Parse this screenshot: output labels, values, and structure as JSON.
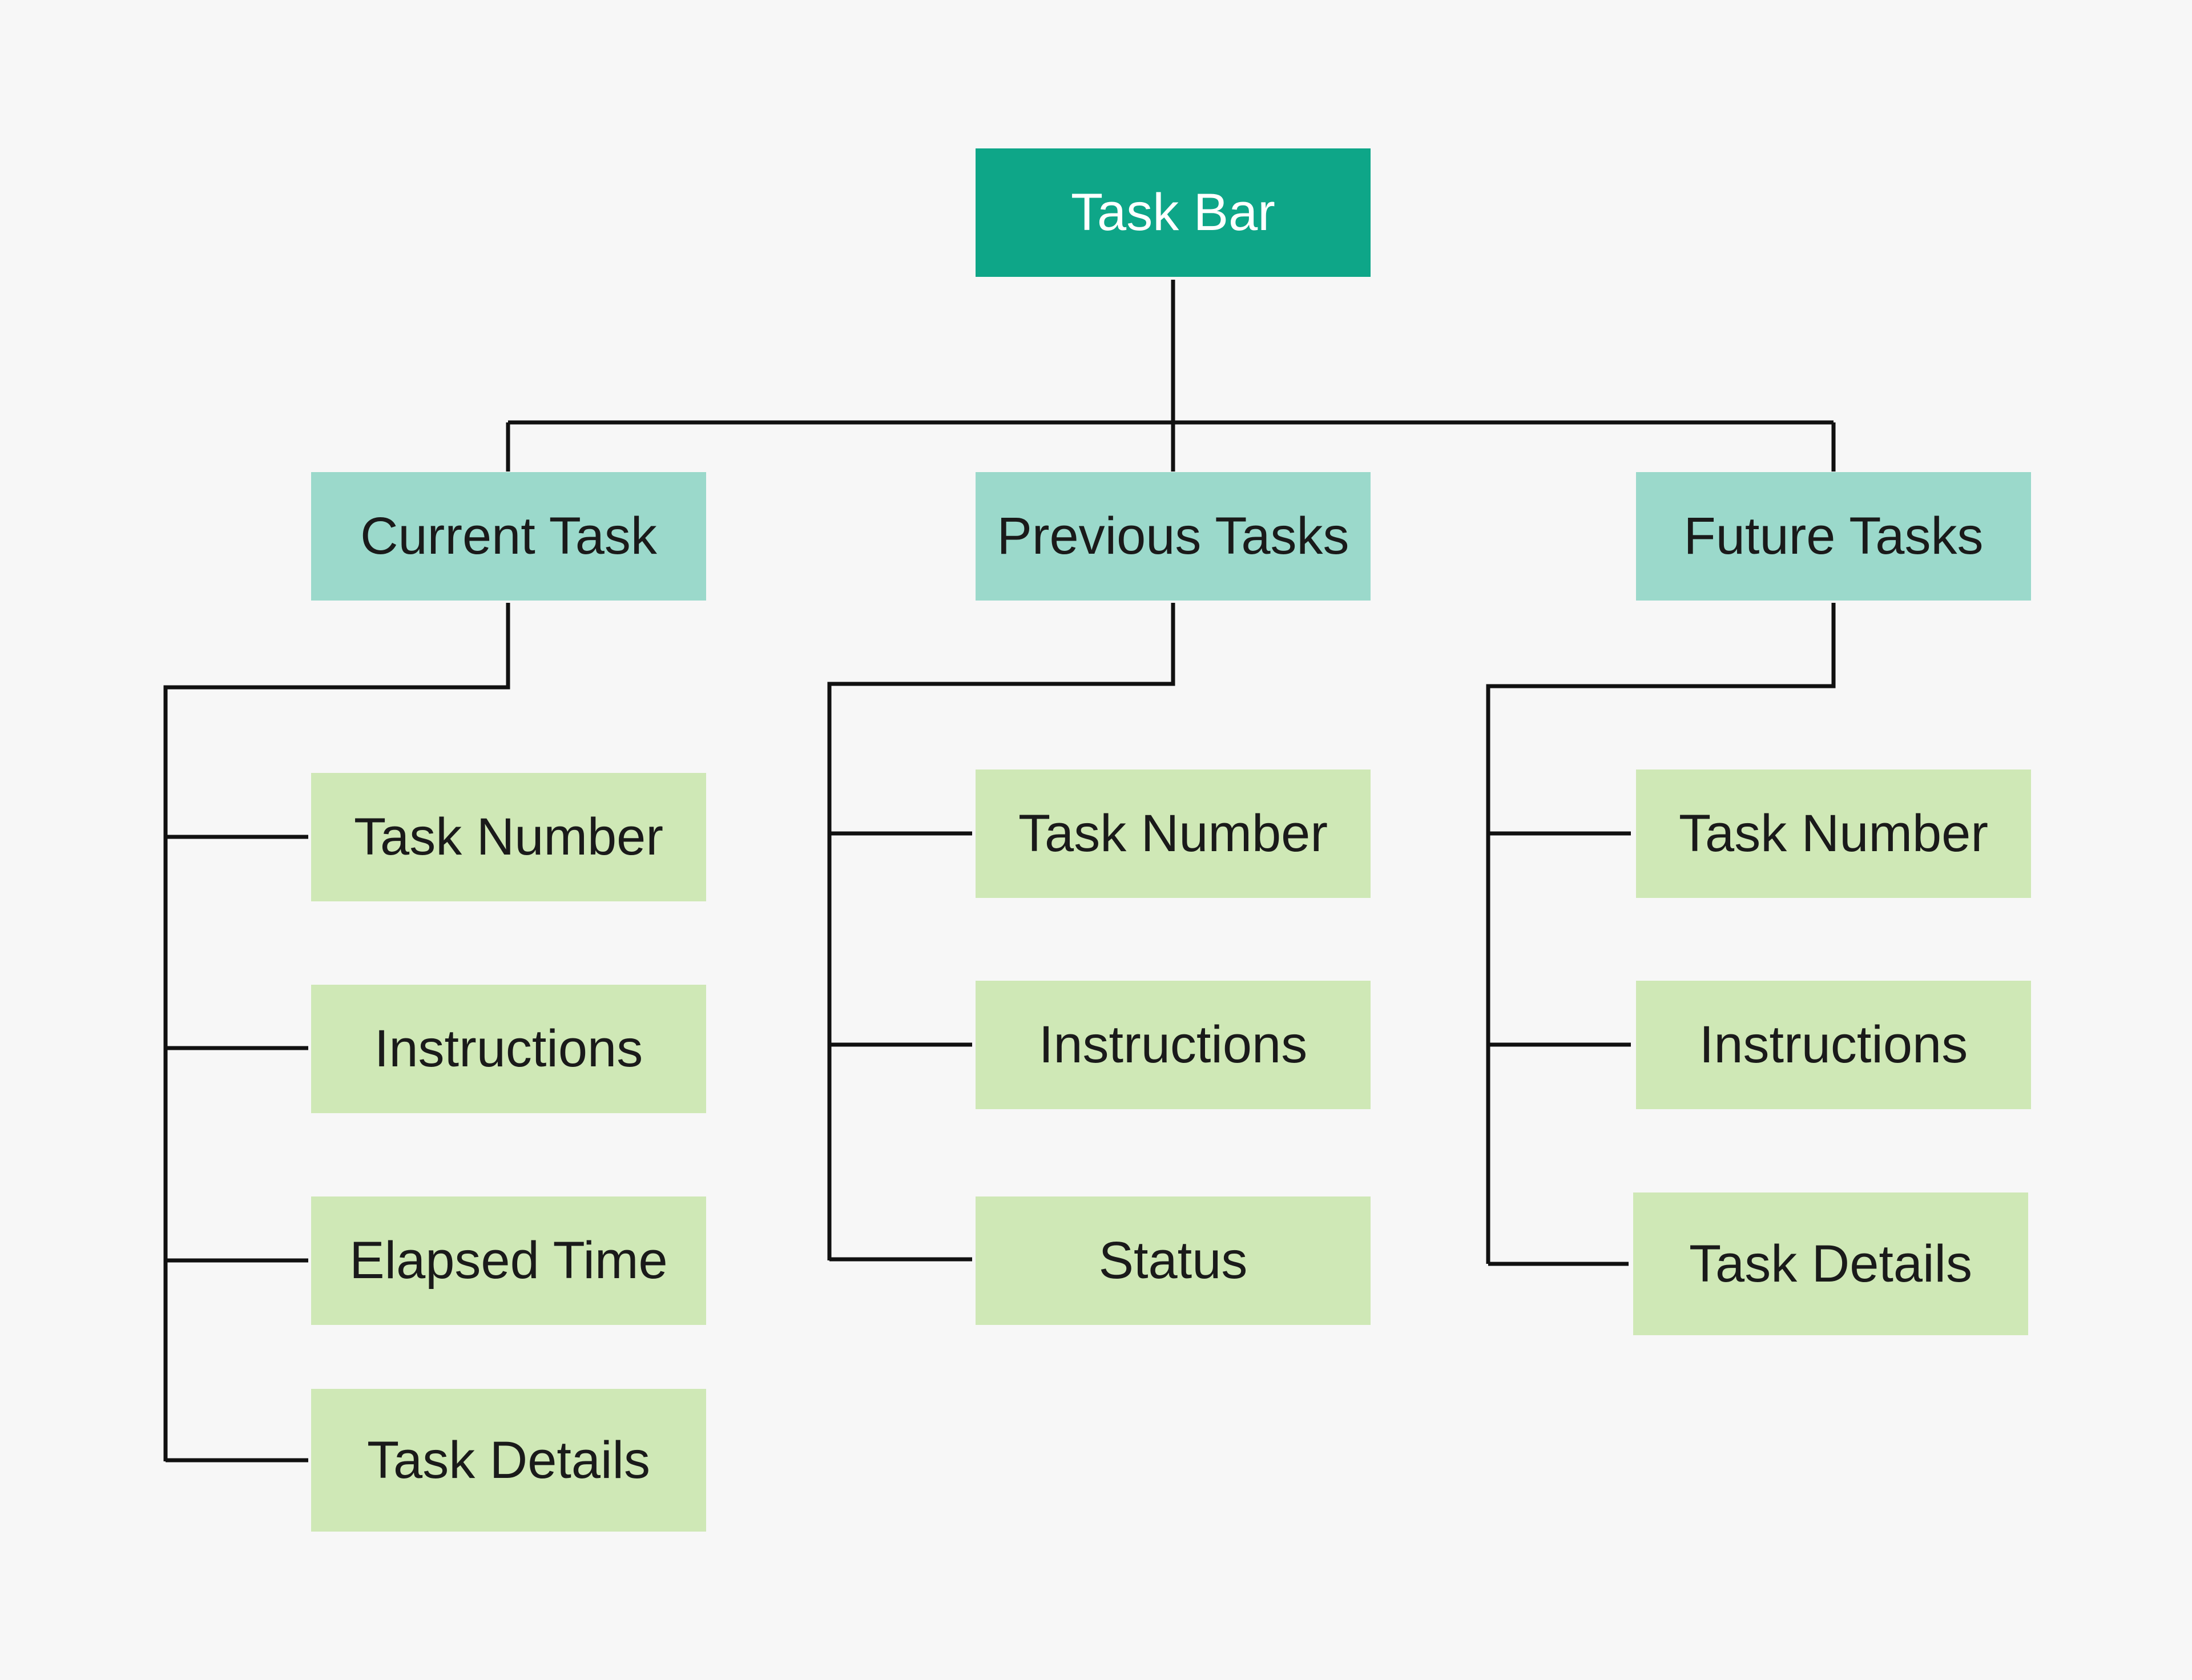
{
  "colors": {
    "background": "#f7f7f7",
    "root": "#0ea688",
    "branch": "#9bd9cb",
    "leaf": "#cfe8b6",
    "connector": "#111111"
  },
  "root": {
    "label": "Task Bar"
  },
  "branches": [
    {
      "label": "Current Task",
      "children": [
        "Task Number",
        "Instructions",
        "Elapsed Time",
        "Task Details"
      ]
    },
    {
      "label": "Previous Tasks",
      "children": [
        "Task Number",
        "Instructions",
        "Status"
      ]
    },
    {
      "label": "Future Tasks",
      "children": [
        "Task Number",
        "Instructions",
        "Task Details"
      ]
    }
  ]
}
